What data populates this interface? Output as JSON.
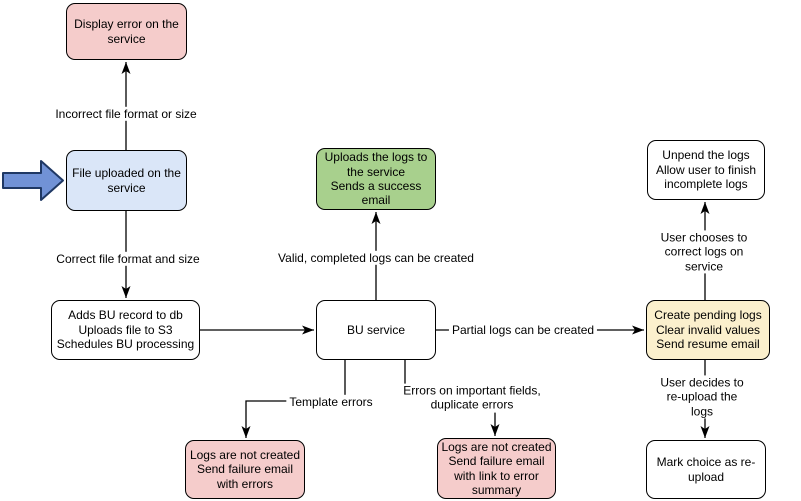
{
  "diagram": {
    "title": "File upload / bulk upload (BU) processing flowchart",
    "colors": {
      "node_pink": "#F5CCCB",
      "node_blue": "#DAE6F8",
      "node_green": "#A8D08D",
      "node_yellow": "#FBF0CD",
      "node_white": "#FFFFFF",
      "stroke": "#000000",
      "entry_arrow_fill": "#7192D6"
    },
    "nodes": {
      "display_error": {
        "text": "Display error on the\nservice",
        "fill": "#F5CCCB"
      },
      "file_uploaded": {
        "text": "File uploaded on the\nservice",
        "fill": "#DAE6F8"
      },
      "adds_bu_record": {
        "text": "Adds BU record to db\nUploads file to S3\nSchedules BU processing",
        "fill": "#FFFFFF"
      },
      "bu_service": {
        "text": "BU service",
        "fill": "#FFFFFF"
      },
      "uploads_logs": {
        "text": "Uploads the logs to\nthe service\nSends a success\nemail",
        "fill": "#A8D08D"
      },
      "unpend_logs": {
        "text": "Unpend the logs\nAllow user to finish\nincomplete logs",
        "fill": "#FFFFFF"
      },
      "create_pending": {
        "text": "Create pending logs\nClear invalid values\nSend resume email",
        "fill": "#FBF0CD"
      },
      "mark_reupload": {
        "text": "Mark choice as re-\nupload",
        "fill": "#FFFFFF"
      },
      "fail_errors": {
        "text": "Logs are not created\nSend failure email\nwith errors",
        "fill": "#F5CCCB"
      },
      "fail_summary": {
        "text": "Logs are not created\nSend failure email\nwith link to error\nsummary",
        "fill": "#F5CCCB"
      }
    },
    "edges": {
      "incorrect_format": {
        "label": "Incorrect file format or size"
      },
      "correct_format": {
        "label": "Correct file format and size"
      },
      "valid_completed": {
        "label": "Valid, completed logs can be created"
      },
      "partial_logs": {
        "label": "Partial logs can be created"
      },
      "template_errors": {
        "label": "Template errors"
      },
      "important_fields": {
        "label": "Errors on important fields,\nduplicate errors"
      },
      "user_corrects": {
        "label": "User chooses to correct logs on service"
      },
      "user_reuploads": {
        "label": "User decides to re-upload the logs"
      }
    },
    "icons": {
      "entry_arrow": "right-arrow"
    }
  }
}
